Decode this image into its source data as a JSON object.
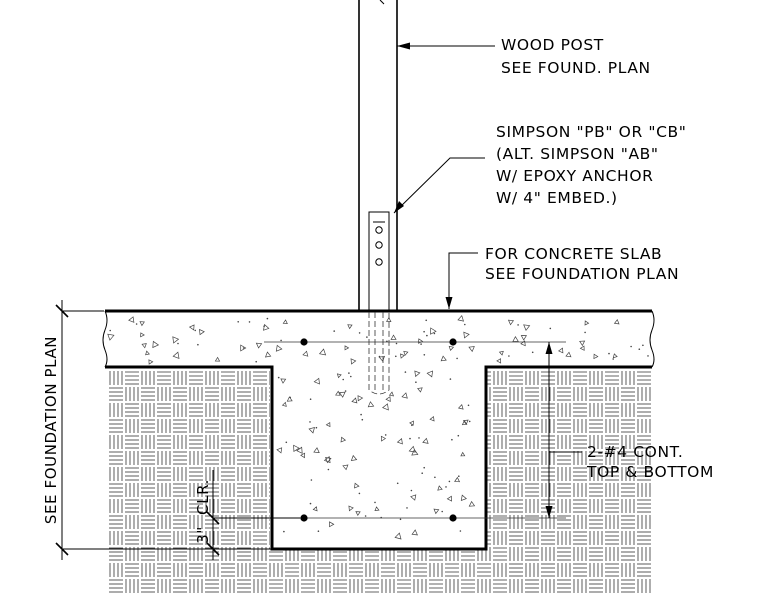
{
  "notes": {
    "wood_post": [
      "WOOD POST",
      "SEE FOUND. PLAN"
    ],
    "simpson": [
      "SIMPSON \"PB\" OR \"CB\"",
      "(ALT. SIMPSON \"AB\"",
      " W/ EPOXY ANCHOR",
      " W/ 4\" EMBED.)"
    ],
    "slab": [
      "FOR CONCRETE SLAB",
      "SEE FOUNDATION PLAN"
    ],
    "rebar": [
      "2-#4 CONT.",
      "TOP & BOTTOM"
    ]
  },
  "dimensions": {
    "side": "SEE FOUNDATION PLAN",
    "clearance_value": "3\"",
    "clearance_label": "CLR."
  }
}
